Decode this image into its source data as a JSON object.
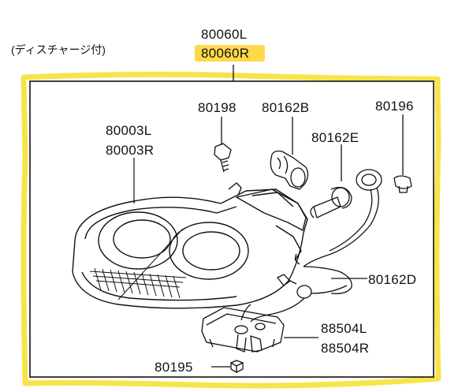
{
  "note": "(ディスチャージ付)",
  "highlight_color": "#ffd84a",
  "frame_color": "#f7e44a",
  "labels": {
    "assembly_l": "80060L",
    "assembly_r": "80060R",
    "bolt": "80198",
    "bulb_b": "80162B",
    "grommet": "80196",
    "housing_l": "80003L",
    "housing_r": "80003R",
    "bulb_e": "80162E",
    "bulb_d": "80162D",
    "ballast_l": "88504L",
    "ballast_r": "88504R",
    "nut": "80195"
  }
}
